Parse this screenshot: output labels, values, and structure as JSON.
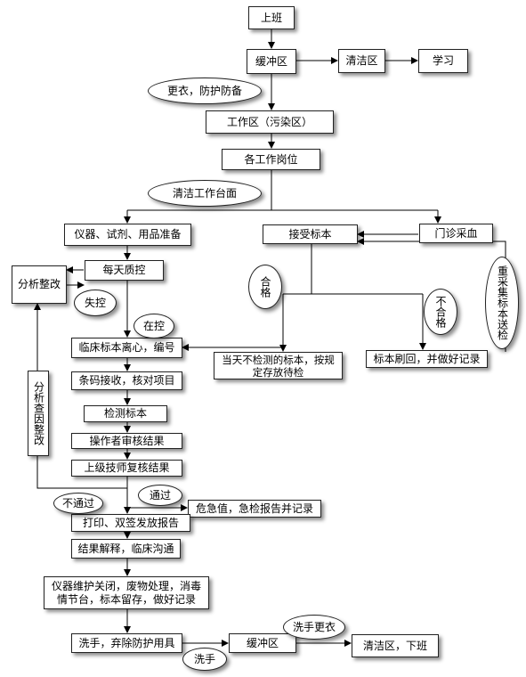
{
  "nodes": {
    "start_work": "上班",
    "buffer_zone_1": "缓冲区",
    "clean_zone_1": "清洁区",
    "study": "学习",
    "change_clothes": "更衣，防护防备",
    "work_zone": "工作区（污染区）",
    "work_posts": "各工作岗位",
    "clean_bench": "清洁工作台面",
    "prep_instruments": "仪器、试剂、用品准备",
    "receive_specimen": "接受标本",
    "outpatient_blood": "门诊采血",
    "daily_qc": "每天质控",
    "analyze_rectify": "分析整改",
    "qualified": "合格",
    "unqualified": "不合格",
    "redraw_specimen": "重采集标本送检",
    "out_of_control": "失控",
    "in_control": "在控",
    "centrifuge_number": "临床标本离心，编号",
    "store_pending": "当天不检测的标本，按规定存放待检",
    "return_specimen": "标本刷回，并做好记录",
    "barcode_check": "条码接收，核对项目",
    "analyze_cause": "分析查因整改",
    "test_specimen": "检测标本",
    "operator_review": "操作者审核结果",
    "senior_review": "上级技师复核结果",
    "not_passed": "不通过",
    "passed": "通过",
    "critical_value": "危急值，急检报告并记录",
    "print_report": "打印、双签发放报告",
    "explain_results": "结果解释，临床沟通",
    "maintenance": "仪器维护关闭，废物处理，消毒情节台，标本留存，做好记录",
    "wash_hands_remove": "洗手，弃除防护用具",
    "buffer_zone_2": "缓冲区",
    "wash_change": "洗手更衣",
    "clean_leave": "清洁区，下班",
    "wash_hands": "洗手"
  }
}
